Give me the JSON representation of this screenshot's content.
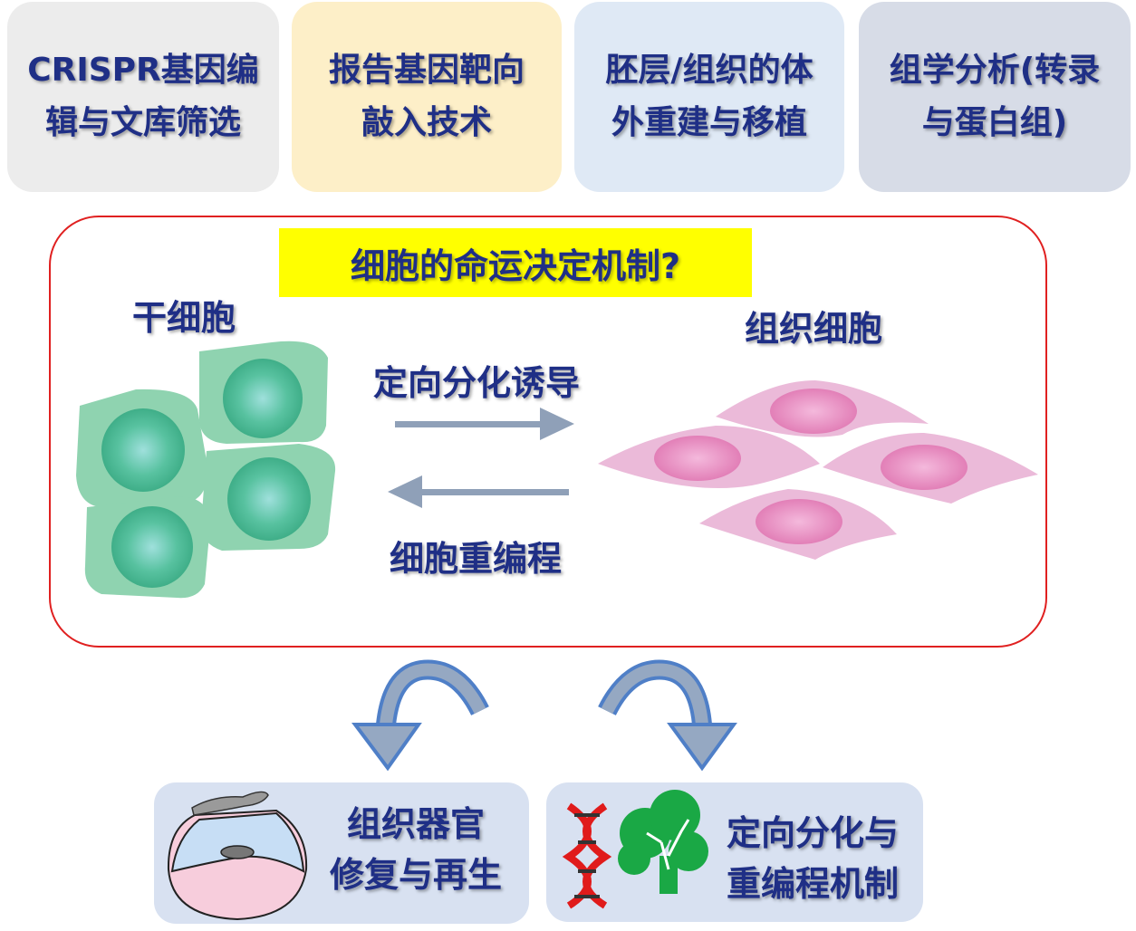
{
  "techniques": [
    {
      "line1": "CRISPR基因编",
      "line2": "辑与文库筛选"
    },
    {
      "line1": "报告基因靶向",
      "line2": "敲入技术"
    },
    {
      "line1": "胚层/组织的体",
      "line2": "外重建与移植"
    },
    {
      "line1": "组学分析(转录",
      "line2": "与蛋白组)"
    }
  ],
  "question": "细胞的命运决定机制?",
  "left_cell_label": "干细胞",
  "right_cell_label": "组织细胞",
  "forward_arrow_label": "定向分化诱导",
  "backward_arrow_label": "细胞重编程",
  "outcomes": [
    {
      "line1": "组织器官",
      "line2": "修复与再生"
    },
    {
      "line1": "定向分化与",
      "line2": "重编程机制"
    }
  ],
  "icons": [
    "stem-cell-cluster-icon",
    "tissue-cell-cluster-icon",
    "organ-illustration-icon",
    "dna-helix-icon",
    "tree-icon"
  ],
  "colors": {
    "frame": "#e02020",
    "highlight": "#ffff00",
    "text": "#1f2f86",
    "stem_cell": "#8fd3b0",
    "tissue_cell": "#ebbad9"
  }
}
